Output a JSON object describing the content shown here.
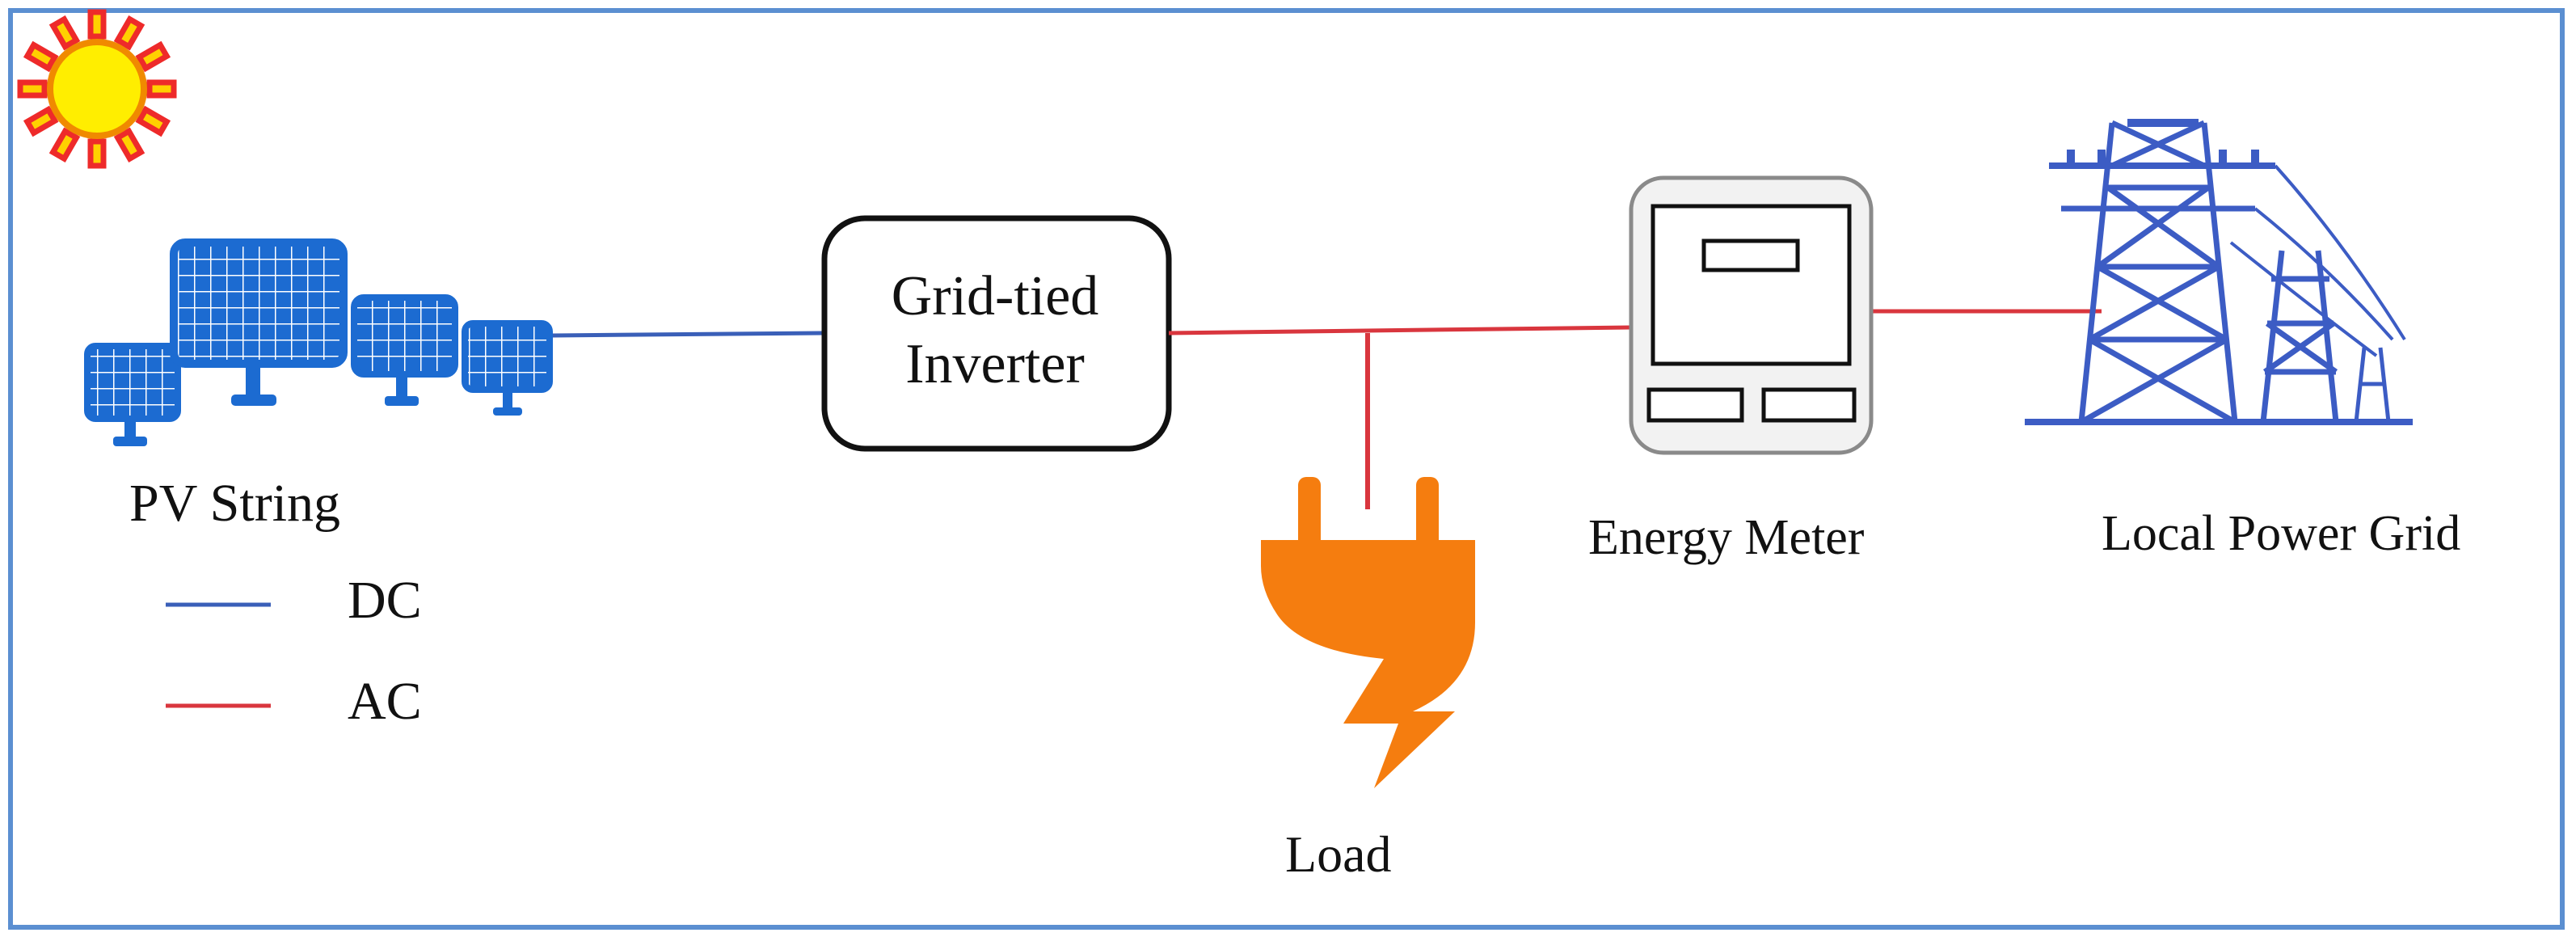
{
  "labels": {
    "pv_string": "PV String",
    "inverter_line1": "Grid-tied",
    "inverter_line2": "Inverter",
    "energy_meter": "Energy Meter",
    "local_power_grid": "Local Power Grid",
    "load": "Load"
  },
  "legend": [
    {
      "label": "DC",
      "color": "#3a5fb8"
    },
    {
      "label": "AC",
      "color": "#d9363e"
    }
  ],
  "icons": [
    "sun-icon",
    "solar-panels-icon",
    "plug-icon",
    "energy-meter-icon",
    "power-tower-icon"
  ],
  "colors": {
    "frame": "#5b8fd1",
    "dc_line": "#3a5fb8",
    "ac_line": "#d9363e",
    "panel_blue": "#1c6bd1",
    "sun_fill": "#ffee00",
    "sun_rays": "#ee2a2a",
    "plug_orange": "#f57d0f",
    "tower_blue": "#3c5cc4"
  }
}
